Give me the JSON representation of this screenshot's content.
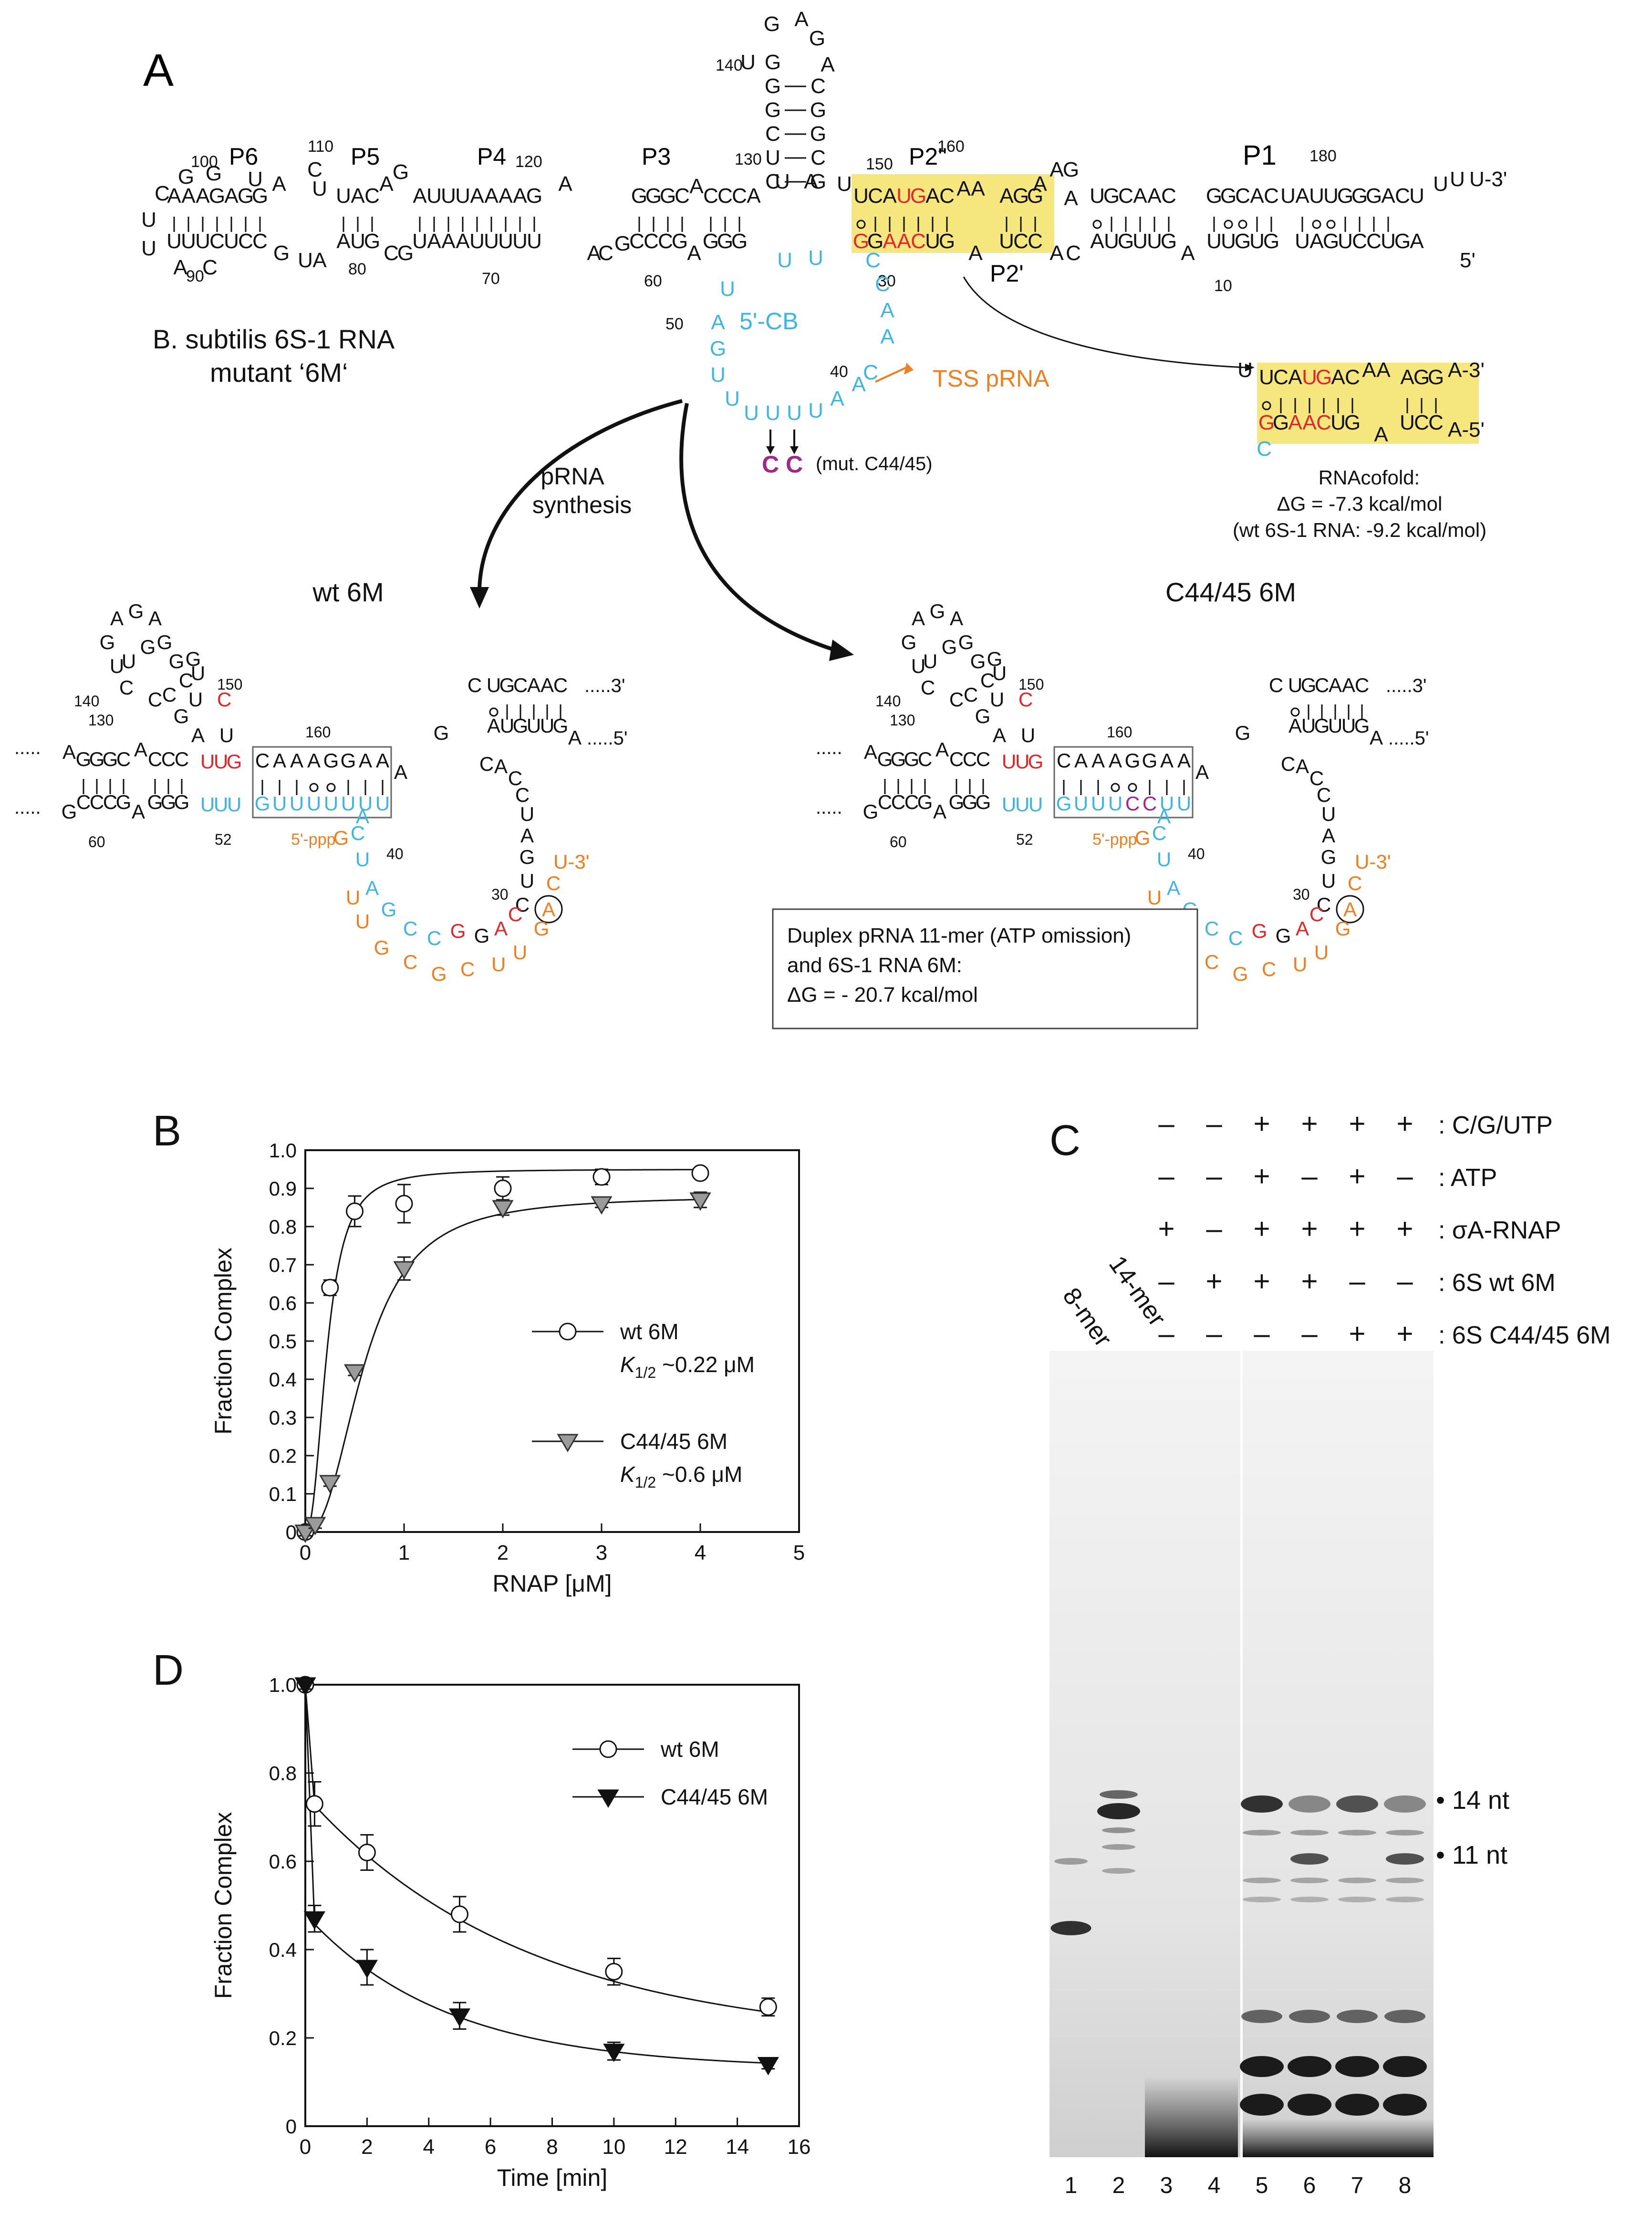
{
  "colors": {
    "black": "#111111",
    "cyan": "#3db6e3",
    "red": "#e3262b",
    "orange": "#f07f21",
    "magenta": "#a1278f",
    "highlight": "#f5e77e",
    "gray": "#9b9b9b"
  },
  "panel_labels": [
    "A",
    "B",
    "C",
    "D"
  ],
  "panelA": {
    "organism_line1": "B. subtilis 6S-1 RNA",
    "organism_line2": "mutant ‘6M‘",
    "helices": [
      "P6",
      "P5",
      "P4",
      "P3",
      "P2''",
      "P2'",
      "P1"
    ],
    "cb_label": "5'-CB",
    "tss_label": "TSS pRNA",
    "mutation_note": "(mut. C44/45)",
    "mutation_letters": [
      "C",
      "C"
    ],
    "rnacofold": [
      "RNAcofold:",
      "ΔG = -7.3 kcal/mol",
      "(wt 6S-1 RNA: -9.2 kcal/mol)"
    ],
    "arrow_label": [
      "pRNA",
      "synthesis"
    ],
    "wt_title": "wt 6M",
    "mut_title": "C44/45 6M",
    "duplex_box": [
      "Duplex pRNA 11-mer (ATP omission)",
      "and 6S-1 RNA 6M:",
      "ΔG = - 20.7 kcal/mol"
    ],
    "three_prime": "3'",
    "five_prime": "5'",
    "ppp": "5'-ppp",
    "u3": "U-3'",
    "numbers_top": [
      "100",
      "110",
      "120",
      "130",
      "140",
      "150",
      "160",
      "180",
      "90",
      "80",
      "70",
      "60",
      "50",
      "40",
      "30",
      "10"
    ],
    "numbers_bottom": [
      "130",
      "140",
      "150",
      "160",
      "60",
      "52",
      "40",
      "30"
    ]
  },
  "panelB": {
    "chart_data": {
      "type": "scatter",
      "xlabel": "RNAP [μM]",
      "ylabel": "Fraction Complex",
      "xlim": [
        0,
        5
      ],
      "ylim": [
        0,
        1.0
      ],
      "xticks": [
        "0",
        "1",
        "2",
        "3",
        "4",
        "5"
      ],
      "yticks": [
        "0",
        "0.1",
        "0.2",
        "0.3",
        "0.4",
        "0.5",
        "0.6",
        "0.7",
        "0.8",
        "0.9",
        "1.0"
      ],
      "legend_placement": "center-right",
      "series": [
        {
          "name": "wt 6M",
          "annotation": "~0.22 μM",
          "marker": "circle",
          "x": [
            0,
            0.25,
            0.5,
            1,
            2,
            3,
            4
          ],
          "y": [
            0.0,
            0.64,
            0.84,
            0.86,
            0.9,
            0.93,
            0.94
          ],
          "err": [
            0.01,
            0.02,
            0.04,
            0.05,
            0.03,
            0.02,
            0.01
          ],
          "fit_k": 0.22,
          "fit_max": 0.95,
          "fit_n": 2.4
        },
        {
          "name": "C44/45 6M",
          "annotation": "~0.6 μM",
          "marker": "triangle-down",
          "x": [
            0,
            0.1,
            0.25,
            0.5,
            1,
            2,
            3,
            4
          ],
          "y": [
            0.0,
            0.02,
            0.13,
            0.42,
            0.69,
            0.85,
            0.86,
            0.87
          ],
          "err": [
            0.01,
            0.01,
            0.01,
            0.01,
            0.03,
            0.02,
            0.01,
            0.02
          ],
          "fit_k": 0.6,
          "fit_max": 0.88,
          "fit_n": 2.4
        }
      ],
      "k_label": "K",
      "k_sub": "1/2"
    }
  },
  "panelC": {
    "rows": [
      {
        "label": ": C/G/UTP",
        "signs": [
          "",
          "",
          "–",
          "–",
          "+",
          "+",
          "+",
          "+"
        ]
      },
      {
        "label": ": ATP",
        "signs": [
          "",
          "",
          "–",
          "–",
          "+",
          "–",
          "+",
          "–"
        ]
      },
      {
        "label": ": σA-RNAP",
        "signs": [
          "",
          "",
          "+",
          "–",
          "+",
          "+",
          "+",
          "+"
        ]
      },
      {
        "label": ": 6S wt 6M",
        "signs": [
          "",
          "",
          "–",
          "+",
          "+",
          "+",
          "–",
          "–"
        ]
      },
      {
        "label": ": 6S C44/45 6M",
        "signs": [
          "",
          "",
          "–",
          "–",
          "–",
          "–",
          "+",
          "+"
        ]
      }
    ],
    "markers": [
      "14-mer",
      "8-mer"
    ],
    "lanes": [
      "1",
      "2",
      "3",
      "4",
      "5",
      "6",
      "7",
      "8"
    ],
    "band_labels": [
      "• 14 nt",
      "• 11 nt"
    ]
  },
  "panelD": {
    "chart_data": {
      "type": "scatter",
      "xlabel": "Time [min]",
      "ylabel": "Fraction Complex",
      "xlim": [
        0,
        16
      ],
      "ylim": [
        0,
        1.0
      ],
      "xticks": [
        "0",
        "2",
        "4",
        "6",
        "8",
        "10",
        "12",
        "14",
        "16"
      ],
      "yticks": [
        "0",
        "0.2",
        "0.4",
        "0.6",
        "0.8",
        "1.0"
      ],
      "legend_placement": "top-right",
      "series": [
        {
          "name": "wt 6M",
          "marker": "circle",
          "x": [
            0,
            0.3,
            2,
            5,
            10,
            15
          ],
          "y": [
            1.0,
            0.73,
            0.62,
            0.48,
            0.35,
            0.27
          ],
          "err": [
            0.01,
            0.05,
            0.04,
            0.04,
            0.03,
            0.02
          ],
          "fit_a": 0.56,
          "fit_k": 0.14,
          "fit_c": 0.19
        },
        {
          "name": "C44/45 6M",
          "marker": "triangle-down-filled",
          "x": [
            0,
            0.3,
            2,
            5,
            10,
            15
          ],
          "y": [
            1.0,
            0.47,
            0.36,
            0.25,
            0.17,
            0.14
          ],
          "err": [
            0.01,
            0.03,
            0.04,
            0.03,
            0.02,
            0.01
          ],
          "fit_a": 0.35,
          "fit_k": 0.22,
          "fit_c": 0.13
        }
      ]
    }
  }
}
